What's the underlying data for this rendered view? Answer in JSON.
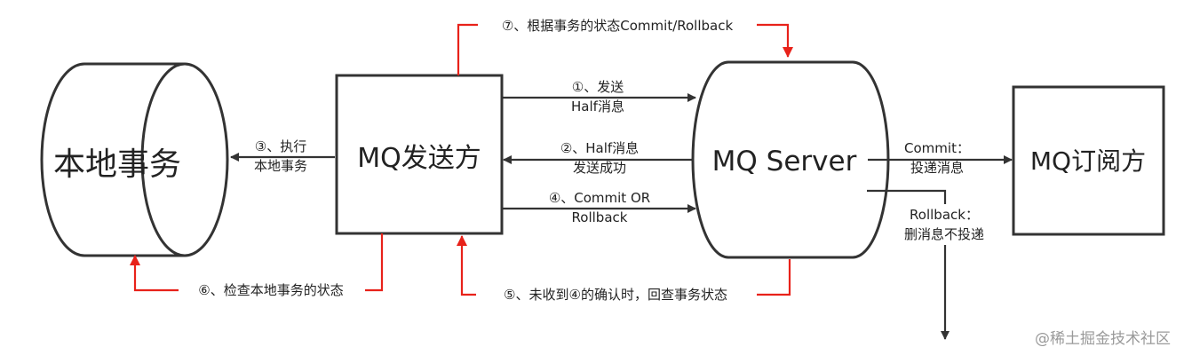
{
  "nodes": {
    "local_tx": "本地事务",
    "producer": "MQ发送方",
    "server": "MQ Server",
    "subscriber": "MQ订阅方"
  },
  "edges": {
    "half_msg": [
      "①、发送",
      "Half消息"
    ],
    "half_ok": [
      "②、Half消息",
      "发送成功"
    ],
    "exec_local": [
      "③、执行",
      "本地事务"
    ],
    "commit_rollback": [
      "④、Commit OR",
      "Rollback"
    ],
    "no_confirm": "⑤、未收到④的确认时，回查事务状态",
    "check_state": "⑥、检查本地事务的状态",
    "decide": "⑦、根据事务的状态Commit/Rollback",
    "deliver": [
      "Commit：",
      "投递消息"
    ],
    "drop": [
      "Rollback：",
      "删消息不投递"
    ]
  },
  "watermark": "@稀土掘金技术社区",
  "colors": {
    "feedback": "#e8221a",
    "line": "#333333"
  }
}
